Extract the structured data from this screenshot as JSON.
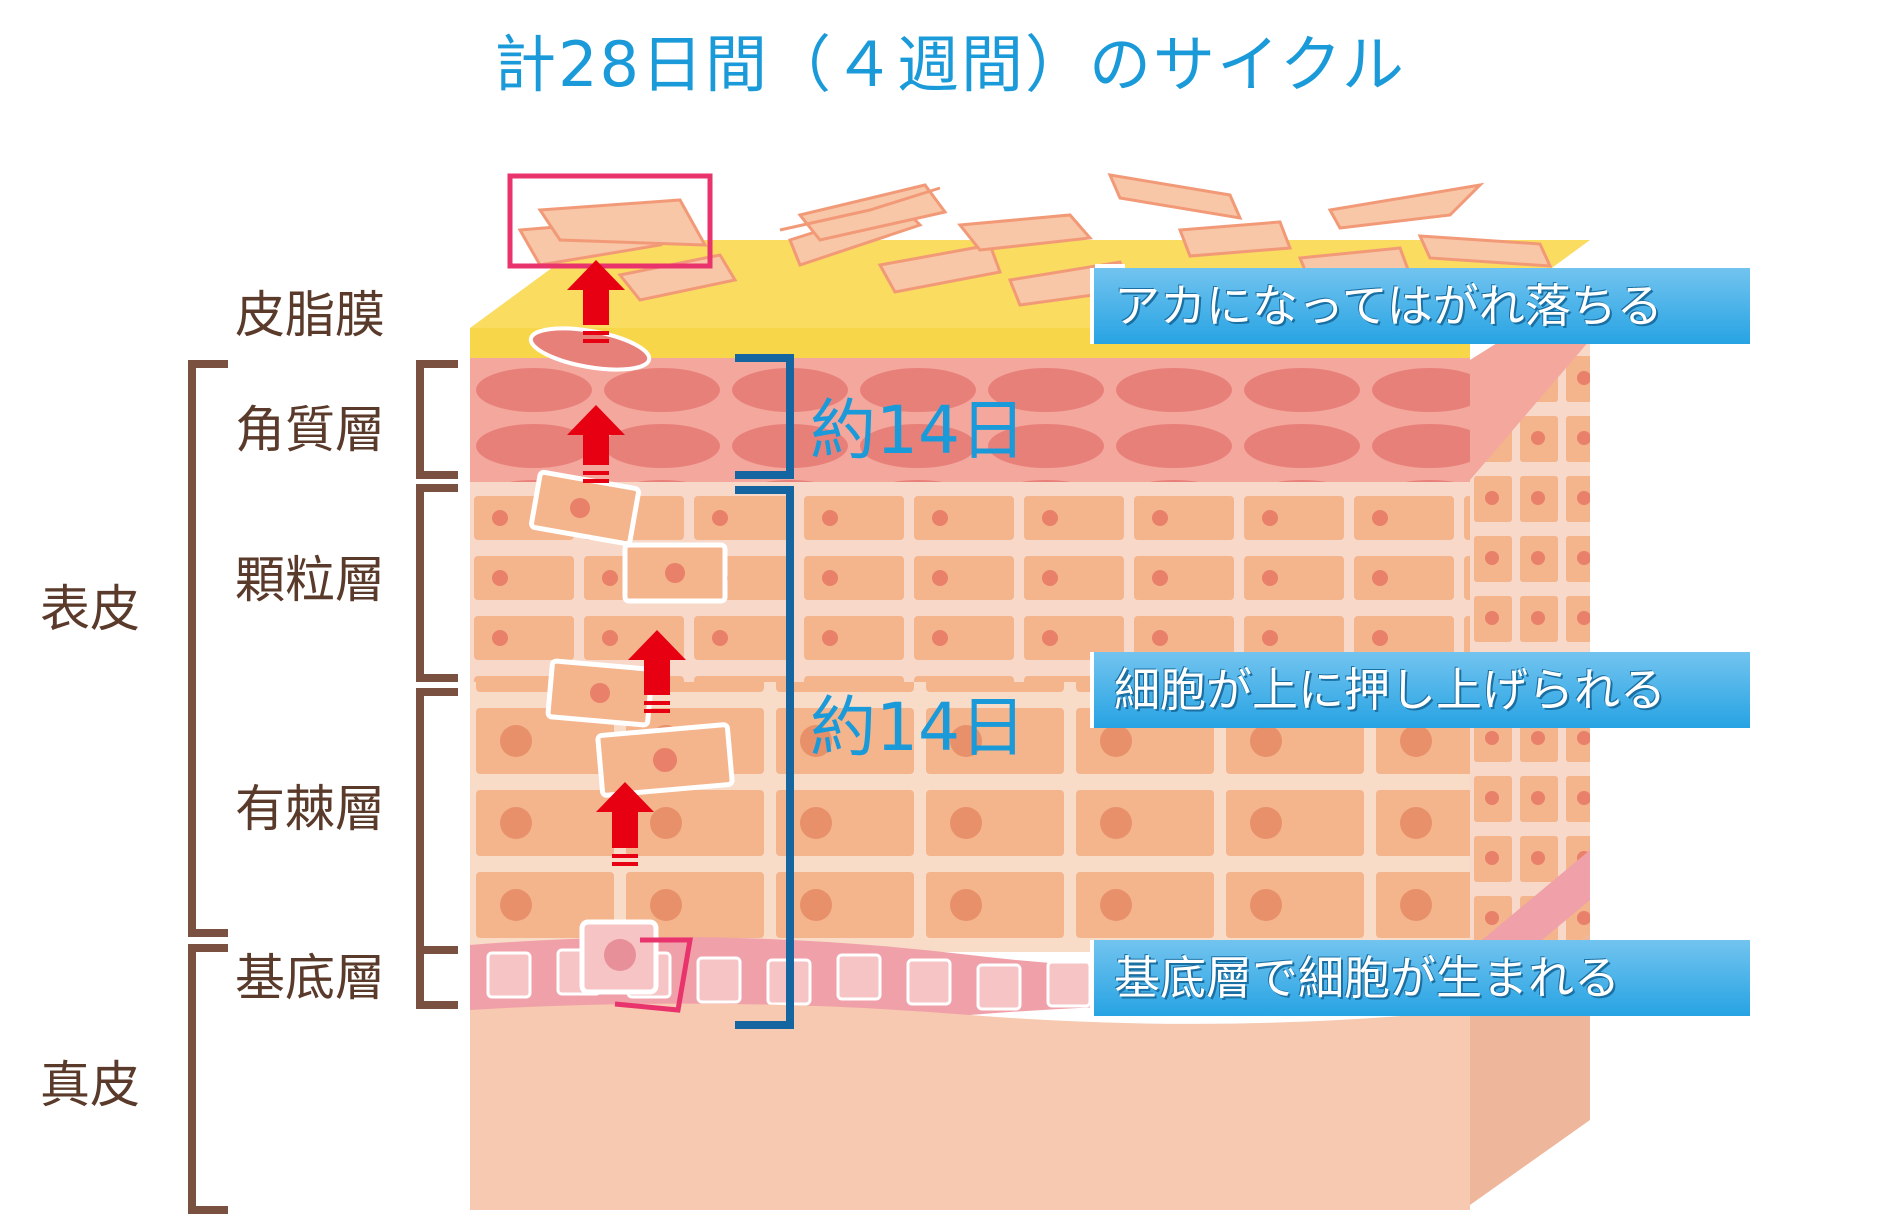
{
  "title": "計28日間（４週間）のサイクル",
  "layers": {
    "sebum": "皮脂膜",
    "corneum": "角質層",
    "granular": "顆粒層",
    "spinous": "有棘層",
    "basal": "基底層",
    "epidermis": "表皮",
    "dermis": "真皮"
  },
  "durations": {
    "upper": "約14日",
    "lower": "約14日"
  },
  "callouts": {
    "shed": "アカになってはがれ落ちる",
    "pushed": "細胞が上に押し上げられる",
    "born": "基底層で細胞が生まれる"
  },
  "colors": {
    "title": "#1a9ad9",
    "label": "#5a3a2a",
    "arrow": "#e60012",
    "highlight": "#e8336d",
    "sebum": "#f7d64a",
    "corneum": "#e8807a",
    "cell": "#f4b48c",
    "dermis": "#f6c9b0"
  }
}
